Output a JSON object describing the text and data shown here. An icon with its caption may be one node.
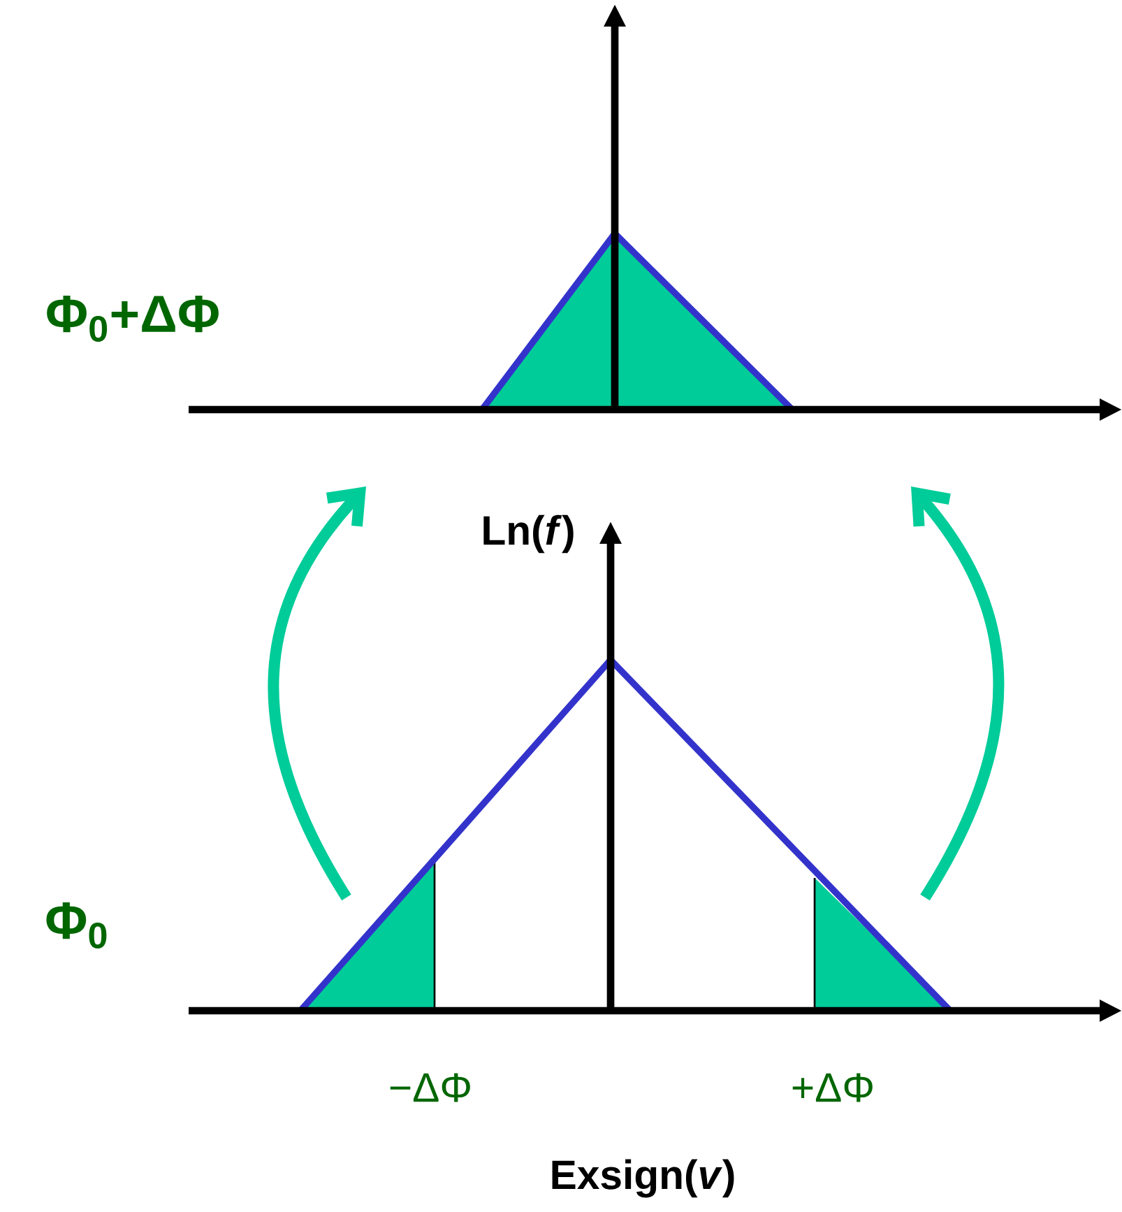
{
  "diagram": {
    "labels": [
      "Φ$_{0}$+ΔΦ",
      "Ln(*f*)",
      "Φ$_{0}$",
      "−ΔΦ",
      "+ΔΦ",
      "Exsign(*v*)"
    ]
  }
}
